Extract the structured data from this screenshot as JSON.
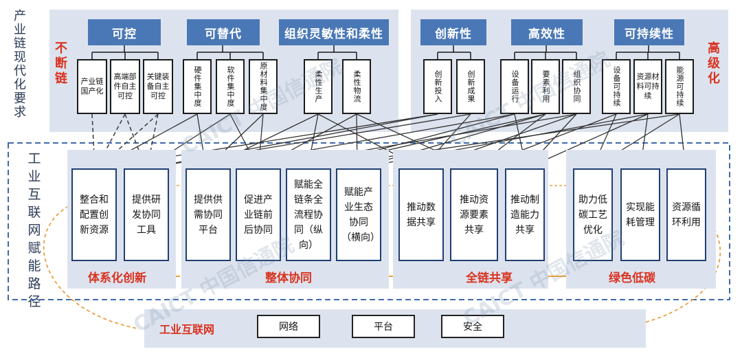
{
  "left_title": "产业链现代化要求",
  "path_title": "工业互联网赋能路径",
  "side_left": "不断链",
  "side_right": "高级化",
  "categories": [
    {
      "label": "可控",
      "items": [
        "产业链国产化",
        "高端部件自主可控",
        "关键装备自主可控"
      ]
    },
    {
      "label": "可替代",
      "items": [
        "硬件集中度",
        "软件集中度",
        "原材料集中度"
      ]
    },
    {
      "label": "组织灵敏性和柔性",
      "items": [
        "柔性生产",
        "柔性物流"
      ]
    },
    {
      "label": "创新性",
      "items": [
        "创新投入",
        "创新成果"
      ]
    },
    {
      "label": "高效性",
      "items": [
        "设备运行",
        "要素利用",
        "组织协同"
      ]
    },
    {
      "label": "可持续性",
      "items": [
        "设备可持续",
        "资源材料可持续",
        "能源可持续"
      ]
    }
  ],
  "path_groups": [
    {
      "label": "体系化创新",
      "items": [
        "整合和配置创新资源",
        "提供研发协同工具"
      ]
    },
    {
      "label": "整体协同",
      "items": [
        "提供供需协同平台",
        "促进产业链前后协同",
        "赋能全链条全流程协同（纵向）",
        "赋能产业生态协同（横向）"
      ]
    },
    {
      "label": "全链共享",
      "items": [
        "推动数据共享",
        "推动资源要素共享",
        "推动制造能力共享"
      ]
    },
    {
      "label": "绿色低碳",
      "items": [
        "助力低碳工艺优化",
        "实现能耗管理",
        "资源循环利用"
      ]
    }
  ],
  "foundation": {
    "label": "工业互联网",
    "items": [
      "网络",
      "平台",
      "安全"
    ]
  },
  "watermark": "CAICT 中国信通院",
  "colors": {
    "category_blue": "#4a78b6",
    "accent_red": "#d9321f",
    "panel": "#dde3ee",
    "dash_blue": "#3e6aa8"
  }
}
